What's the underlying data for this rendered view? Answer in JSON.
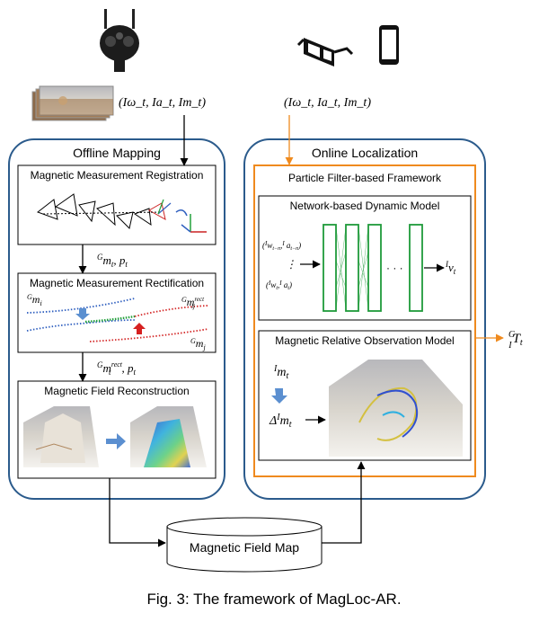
{
  "panels": {
    "offline_title": "Offline Mapping",
    "online_title": "Online Localization"
  },
  "offline": {
    "registration": "Magnetic Measurement Registration",
    "rectification": "Magnetic Measurement Rectification",
    "reconstruction": "Magnetic Field Reconstruction",
    "arrow1_label": "Gm_t, p_t",
    "arrow2_label": "Gm_t^rect, p_t",
    "curve_top_label": "Gm_i",
    "curve_right_label": "Gm_ij^rect",
    "curve_bottom_label": "Gm_j"
  },
  "online": {
    "framework": "Particle Filter-based Framework",
    "dynamic_model": "Network-based Dynamic Model",
    "observation_model": "Magnetic Relative Observation Model",
    "input_top": "(Iw_{t-n}, Ia_{t-n})",
    "input_bottom": "(Iw_t, Ia_t)",
    "output_v": "Iv_t",
    "obs_m": "Im_t",
    "obs_delta": "ΔIm_t",
    "output_pose": "G/I T_t"
  },
  "inputs": {
    "left_measure": "(Iω_t, Ia_t, Im_t)",
    "right_measure": "(Iω_t, Ia_t, Im_t)"
  },
  "storage": {
    "label": "Magnetic Field Map"
  },
  "caption": "Fig. 3: The framework of MagLoc-AR.",
  "icons": [
    "360-camera-icon",
    "panorama-image-icon",
    "ar-glasses-icon",
    "smartphone-icon"
  ],
  "colors": {
    "panel_border": "#2b5b8c",
    "framework_border": "#ef8a1e",
    "nn_green": "#1f9a3a",
    "arrow_blue": "#5b8fd0",
    "arrow_red": "#d62020",
    "curve_blue": "#2f5fbf",
    "curve_green": "#22a03a",
    "curve_red": "#d42a2a"
  }
}
